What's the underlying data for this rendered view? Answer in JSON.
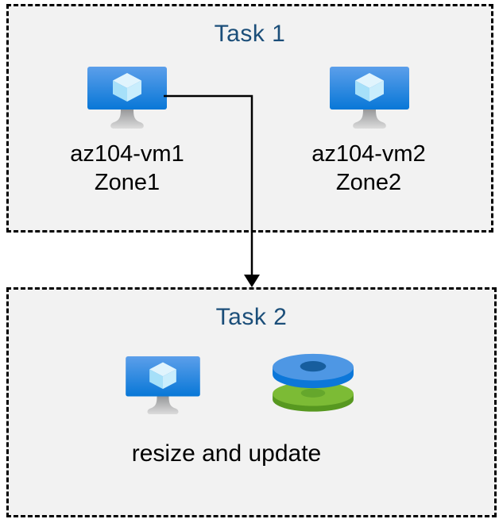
{
  "task1": {
    "title": "Task 1",
    "vms": [
      {
        "name": "az104-vm1",
        "zone": "Zone1",
        "icon": "azure-vm-icon"
      },
      {
        "name": "az104-vm2",
        "zone": "Zone2",
        "icon": "azure-vm-icon"
      }
    ]
  },
  "task2": {
    "title": "Task 2",
    "caption": "resize and update",
    "icons": [
      "azure-vm-icon",
      "azure-disks-icon"
    ]
  },
  "connector": {
    "from": "az104-vm1",
    "to": "task2",
    "shape": "elbow-arrow-down",
    "color": "#000000"
  },
  "colors": {
    "box_background": "#F2F2F2",
    "box_border": "#000000",
    "title_text": "#1B4E79",
    "label_text": "#000000",
    "vm_screen_top": "#5C9FEA",
    "vm_screen_bottom": "#0877D7",
    "vm_cube_top": "#E0F4FD",
    "vm_cube_left": "#A6E0F9",
    "vm_cube_right": "#C9EDFC",
    "vm_stand_top": "#97989A",
    "vm_stand_bottom": "#DCDCDC",
    "disk_blue_surface": "#4E97E4",
    "disk_blue_rim": "#0C77D9",
    "disk_blue_hole": "#175E9E",
    "disk_green_surface": "#7CBB35",
    "disk_green_rim": "#579820",
    "disk_green_hole": "#65A72C"
  }
}
